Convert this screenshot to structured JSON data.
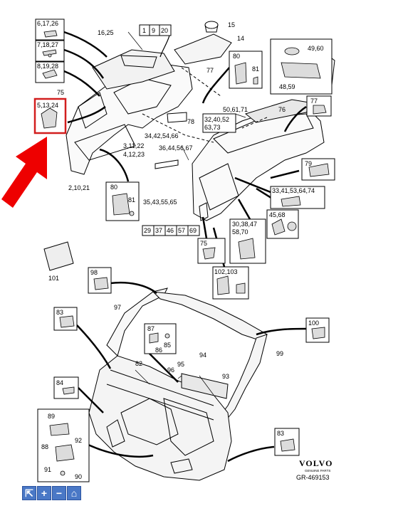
{
  "labels": {
    "top_callouts": [
      "6,17,26",
      "7,18,27",
      "8,19,28",
      "5,13,24",
      "16,25",
      "1",
      "9",
      "20",
      "15",
      "14",
      "77",
      "80",
      "81",
      "49,60",
      "48,59",
      "75",
      "50,61,71",
      "76",
      "77",
      "32,40,52",
      "63,73",
      "78",
      "34,42,54,66",
      "36,44,56,67",
      "3,11,22",
      "4,12,23",
      "2,10,21",
      "80",
      "81",
      "35,43,55,65",
      "79",
      "33,41,53,64,74",
      "45,68",
      "29",
      "37",
      "46",
      "57",
      "69",
      "30,38,47",
      "58,70",
      "75",
      "102,103"
    ],
    "bottom_callouts": [
      "101",
      "98",
      "97",
      "83",
      "100",
      "99",
      "87",
      "85",
      "86",
      "94",
      "95",
      "96",
      "82",
      "93",
      "84",
      "89",
      "92",
      "88",
      "91",
      "90",
      "83"
    ]
  },
  "brand": {
    "name": "VOLVO",
    "subtitle": "GENUINE PARTS",
    "drawing_number": "GR-469153"
  },
  "toolbar": {
    "select_glyph": "⇱",
    "zoom_in_glyph": "+",
    "zoom_out_glyph": "−",
    "home_glyph": "⌂"
  },
  "colors": {
    "highlight_box": "#d21e1e",
    "arrow": "#ee0000",
    "toolbar": "#4a78c6"
  }
}
